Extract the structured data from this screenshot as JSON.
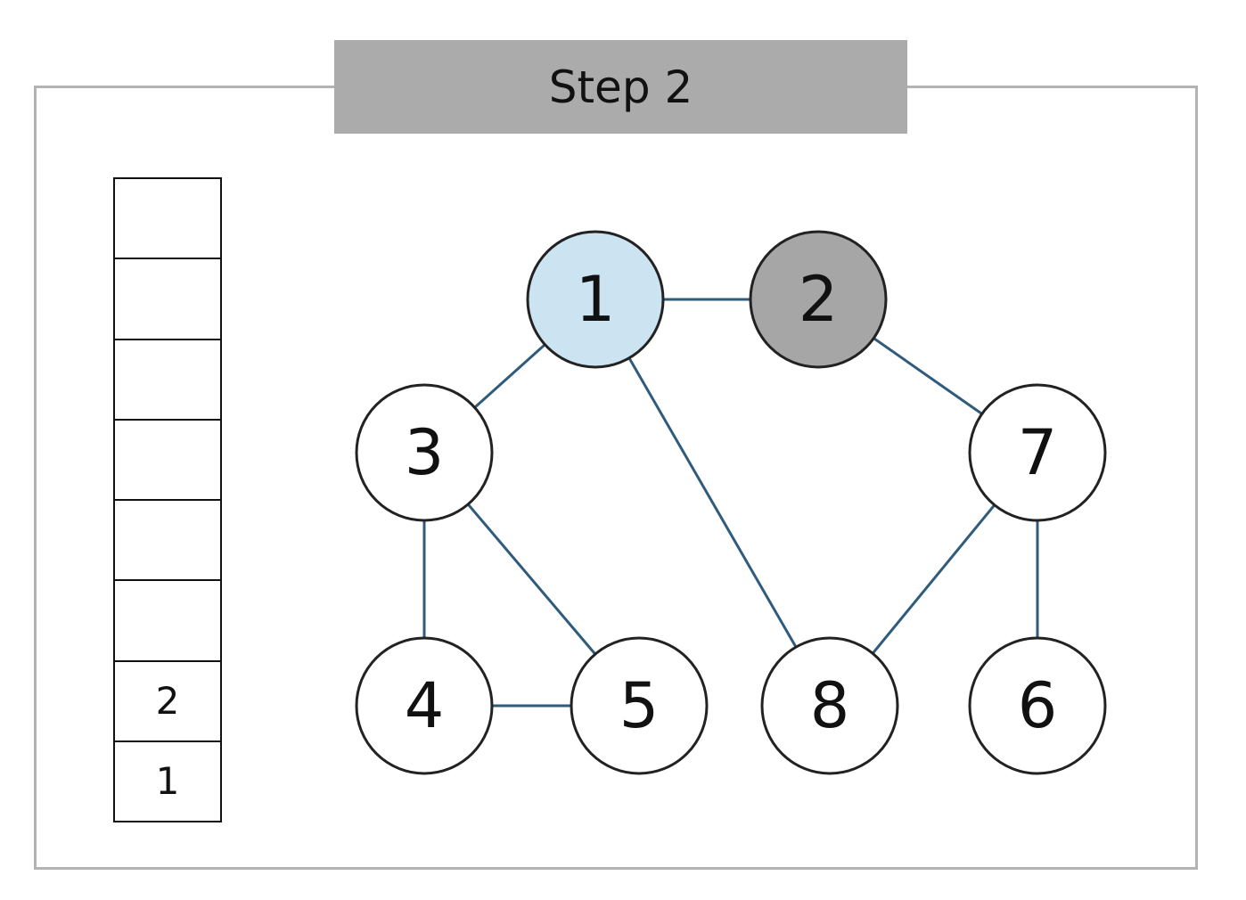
{
  "title": "Step 2",
  "stack": [
    "",
    "",
    "",
    "",
    "",
    "",
    "2",
    "1"
  ],
  "nodes": [
    {
      "id": "1",
      "label": "1",
      "state": "current"
    },
    {
      "id": "2",
      "label": "2",
      "state": "visited"
    },
    {
      "id": "3",
      "label": "3",
      "state": "unvisited"
    },
    {
      "id": "4",
      "label": "4",
      "state": "unvisited"
    },
    {
      "id": "5",
      "label": "5",
      "state": "unvisited"
    },
    {
      "id": "6",
      "label": "6",
      "state": "unvisited"
    },
    {
      "id": "7",
      "label": "7",
      "state": "unvisited"
    },
    {
      "id": "8",
      "label": "8",
      "state": "unvisited"
    }
  ],
  "edges": [
    [
      "1",
      "2"
    ],
    [
      "1",
      "3"
    ],
    [
      "1",
      "8"
    ],
    [
      "2",
      "7"
    ],
    [
      "3",
      "4"
    ],
    [
      "3",
      "5"
    ],
    [
      "4",
      "5"
    ],
    [
      "7",
      "8"
    ],
    [
      "7",
      "6"
    ]
  ],
  "colors": {
    "current": "#cce4f2",
    "visited": "#a6a6a6",
    "unvisited": "#ffffff",
    "edge": "#2f5b7c",
    "node_border": "#222222"
  }
}
